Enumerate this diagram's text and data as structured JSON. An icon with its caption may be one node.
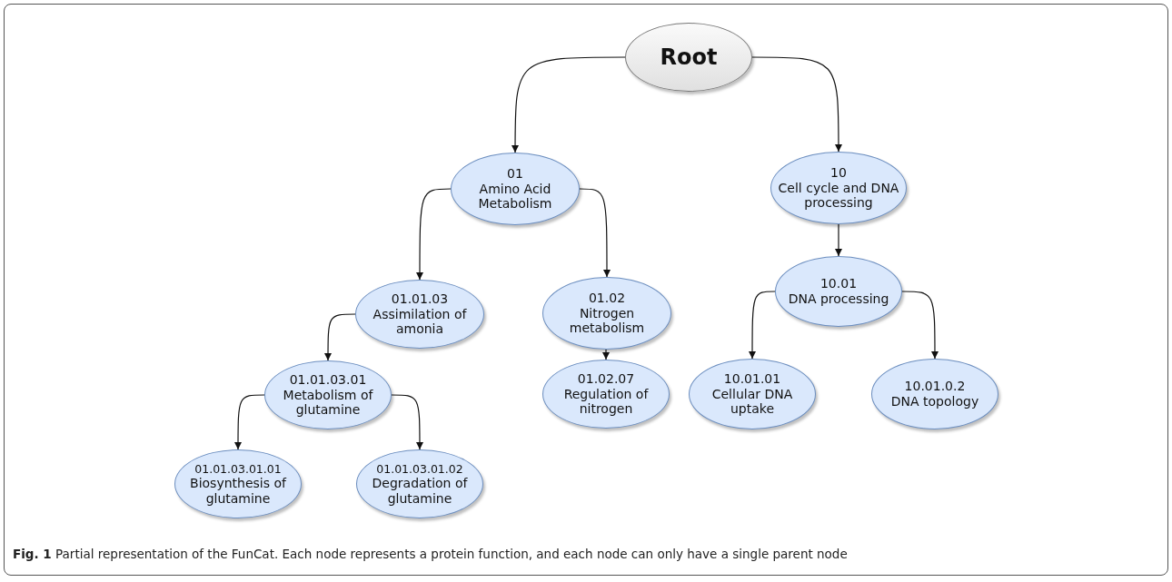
{
  "diagram": {
    "caption": "**Fig. 1** Partial representation of the FunCat. Each node represents a protein function, and each node can only have a single parent node",
    "nodes": [
      {
        "text": [
          "Root"
        ]
      },
      {
        "text": [
          "01",
          "Amino Acid Metabolism"
        ]
      },
      {
        "text": [
          "10",
          "Cell cycle and DNA processing"
        ]
      },
      {
        "text": [
          "01.01.03",
          "Assimilation of amonia"
        ]
      },
      {
        "text": [
          "01.02",
          "Nitrogen metabolism"
        ]
      },
      {
        "text": [
          "10.01",
          "DNA processing"
        ]
      },
      {
        "text": [
          "01.01.03.01",
          "Metabolism of glutamine"
        ]
      },
      {
        "text": [
          "01.02.07",
          "Regulation of nitrogen"
        ]
      },
      {
        "text": [
          "10.01.01",
          "Cellular DNA uptake"
        ]
      },
      {
        "text": [
          "10.01.0.2",
          "DNA topology"
        ]
      },
      {
        "text": [
          "01.01.03.01.01",
          "Biosynthesis of glutamine"
        ]
      },
      {
        "text": [
          "01.01.03.01.02",
          "Degradation of glutamine"
        ]
      }
    ],
    "edges": [
      {
        "from": 0,
        "to": 1,
        "arrow": "to"
      },
      {
        "from": 0,
        "to": 2,
        "arrow": "to"
      },
      {
        "from": 1,
        "to": 3,
        "arrow": "to"
      },
      {
        "from": 1,
        "to": 4,
        "arrow": "to"
      },
      {
        "from": 2,
        "to": 5,
        "arrow": "to"
      },
      {
        "from": 3,
        "to": 6,
        "arrow": "to"
      },
      {
        "from": 4,
        "to": 7,
        "arrow": "to"
      },
      {
        "from": 5,
        "to": 8,
        "arrow": "to"
      },
      {
        "from": 5,
        "to": 9,
        "arrow": "to"
      },
      {
        "from": 6,
        "to": 10,
        "arrow": "to"
      },
      {
        "from": 6,
        "to": 11,
        "arrow": "to"
      }
    ]
  }
}
